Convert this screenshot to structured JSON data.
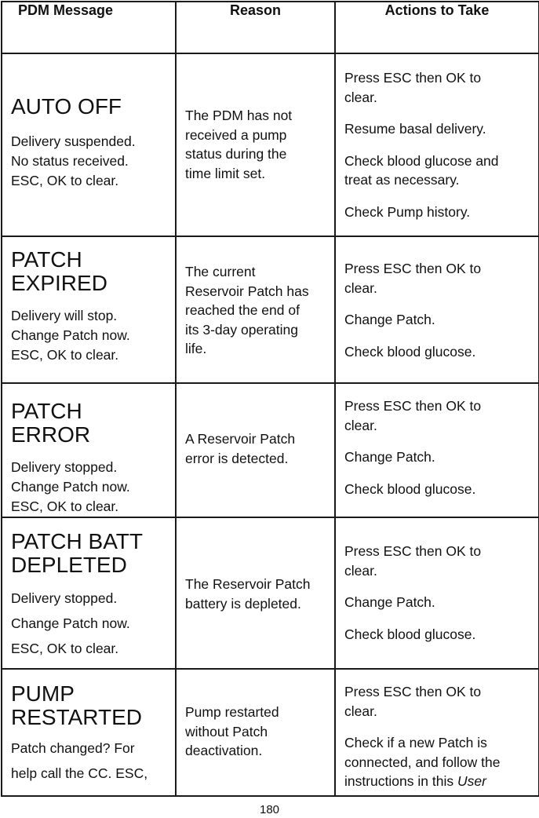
{
  "headers": {
    "pdm_message": "PDM Message",
    "reason": "Reason",
    "actions": "Actions to Take"
  },
  "rows": [
    {
      "title": "AUTO OFF",
      "message_lines": [
        "Delivery suspended.",
        "No status received.",
        "ESC, OK to clear."
      ],
      "reason": "The PDM has not\nreceived a pump\nstatus during the\ntime limit set.",
      "actions": [
        "Press ESC then OK to\nclear.",
        "Resume basal delivery.",
        "Check blood glucose and\ntreat as necessary.",
        "Check Pump history."
      ]
    },
    {
      "title": "PATCH\nEXPIRED",
      "message_lines": [
        "Delivery will stop.",
        "Change Patch now.",
        "ESC, OK to clear."
      ],
      "reason": "The current\nReservoir Patch has\nreached the end of\nits 3-day operating\nlife.",
      "actions": [
        "Press ESC then OK to\nclear.",
        "Change Patch.",
        "Check blood glucose."
      ]
    },
    {
      "title": "PATCH ERROR",
      "message_lines": [
        "Delivery stopped.",
        "Change Patch now.",
        "ESC, OK to clear."
      ],
      "reason": "A Reservoir Patch\nerror is detected.",
      "actions": [
        "Press ESC then OK to\nclear.",
        "Change Patch.",
        "Check blood glucose."
      ]
    },
    {
      "title": "PATCH BATT\nDEPLETED",
      "message_lines": [
        "Delivery stopped.",
        "Change Patch now.",
        "ESC, OK to clear."
      ],
      "reason": "The Reservoir Patch\nbattery is depleted.",
      "actions": [
        "Press ESC then OK to\nclear.",
        "Change Patch.",
        "Check blood glucose."
      ]
    },
    {
      "title": "PUMP\nRESTARTED",
      "message_lines": [
        "Patch changed? For",
        "help call the CC. ESC,"
      ],
      "reason": "Pump restarted\nwithout Patch\ndeactivation.",
      "actions": [
        "Press ESC then OK to\nclear.",
        "Check if a new Patch is\nconnected, and follow the\ninstructions in this "
      ],
      "actions_italic_tail": "User"
    }
  ],
  "page_number": "180"
}
